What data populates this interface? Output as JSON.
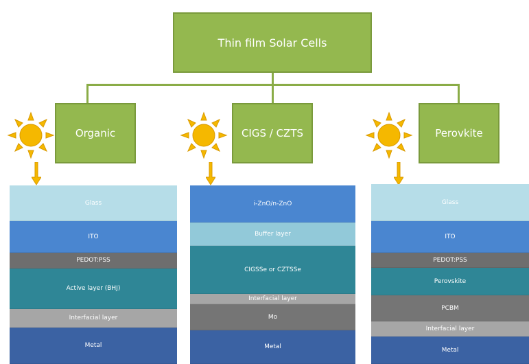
{
  "title": {
    "label": "Thin film Solar Cells"
  },
  "categories": [
    {
      "label": "Organic"
    },
    {
      "label": "CIGS / CZTS"
    },
    {
      "label": "Perovkite"
    }
  ],
  "stacks": {
    "organic": [
      {
        "label": "Glass",
        "color": "#b6dde8"
      },
      {
        "label": "ITO",
        "color": "#4a86d0"
      },
      {
        "label": "PEDOT:PSS",
        "color": "#6e6e6e"
      },
      {
        "label": "Active layer (BHJ)",
        "color": "#2f8696"
      },
      {
        "label": "Interfacial layer",
        "color": "#a6a6a6"
      },
      {
        "label": "Metal",
        "color": "#3b62a3"
      }
    ],
    "cigs": [
      {
        "label": "i-ZnO/n-ZnO",
        "color": "#4a86d0"
      },
      {
        "label": "Buffer layer",
        "color": "#92c9d9"
      },
      {
        "label": "CIGSSe or CZTSSe",
        "color": "#2f8696"
      },
      {
        "label": "Interfacial layer",
        "color": "#a6a6a6"
      },
      {
        "label": "Mo",
        "color": "#757575"
      },
      {
        "label": "Metal",
        "color": "#3b62a3"
      }
    ],
    "perovskite": [
      {
        "label": "Glass",
        "color": "#b6dde8"
      },
      {
        "label": "ITO",
        "color": "#4a86d0"
      },
      {
        "label": "PEDOT:PSS",
        "color": "#6e6e6e"
      },
      {
        "label": "Perovskite",
        "color": "#2f8696"
      },
      {
        "label": "PCBM",
        "color": "#757575"
      },
      {
        "label": "Interfacial layer",
        "color": "#a6a6a6"
      },
      {
        "label": "Metal",
        "color": "#3b62a3"
      }
    ]
  },
  "colors": {
    "box_fill": "#94b84f",
    "box_border": "#7a9a3c",
    "connector": "#8aac47",
    "sun": "#f5b800",
    "arrow": "#f5b800"
  }
}
